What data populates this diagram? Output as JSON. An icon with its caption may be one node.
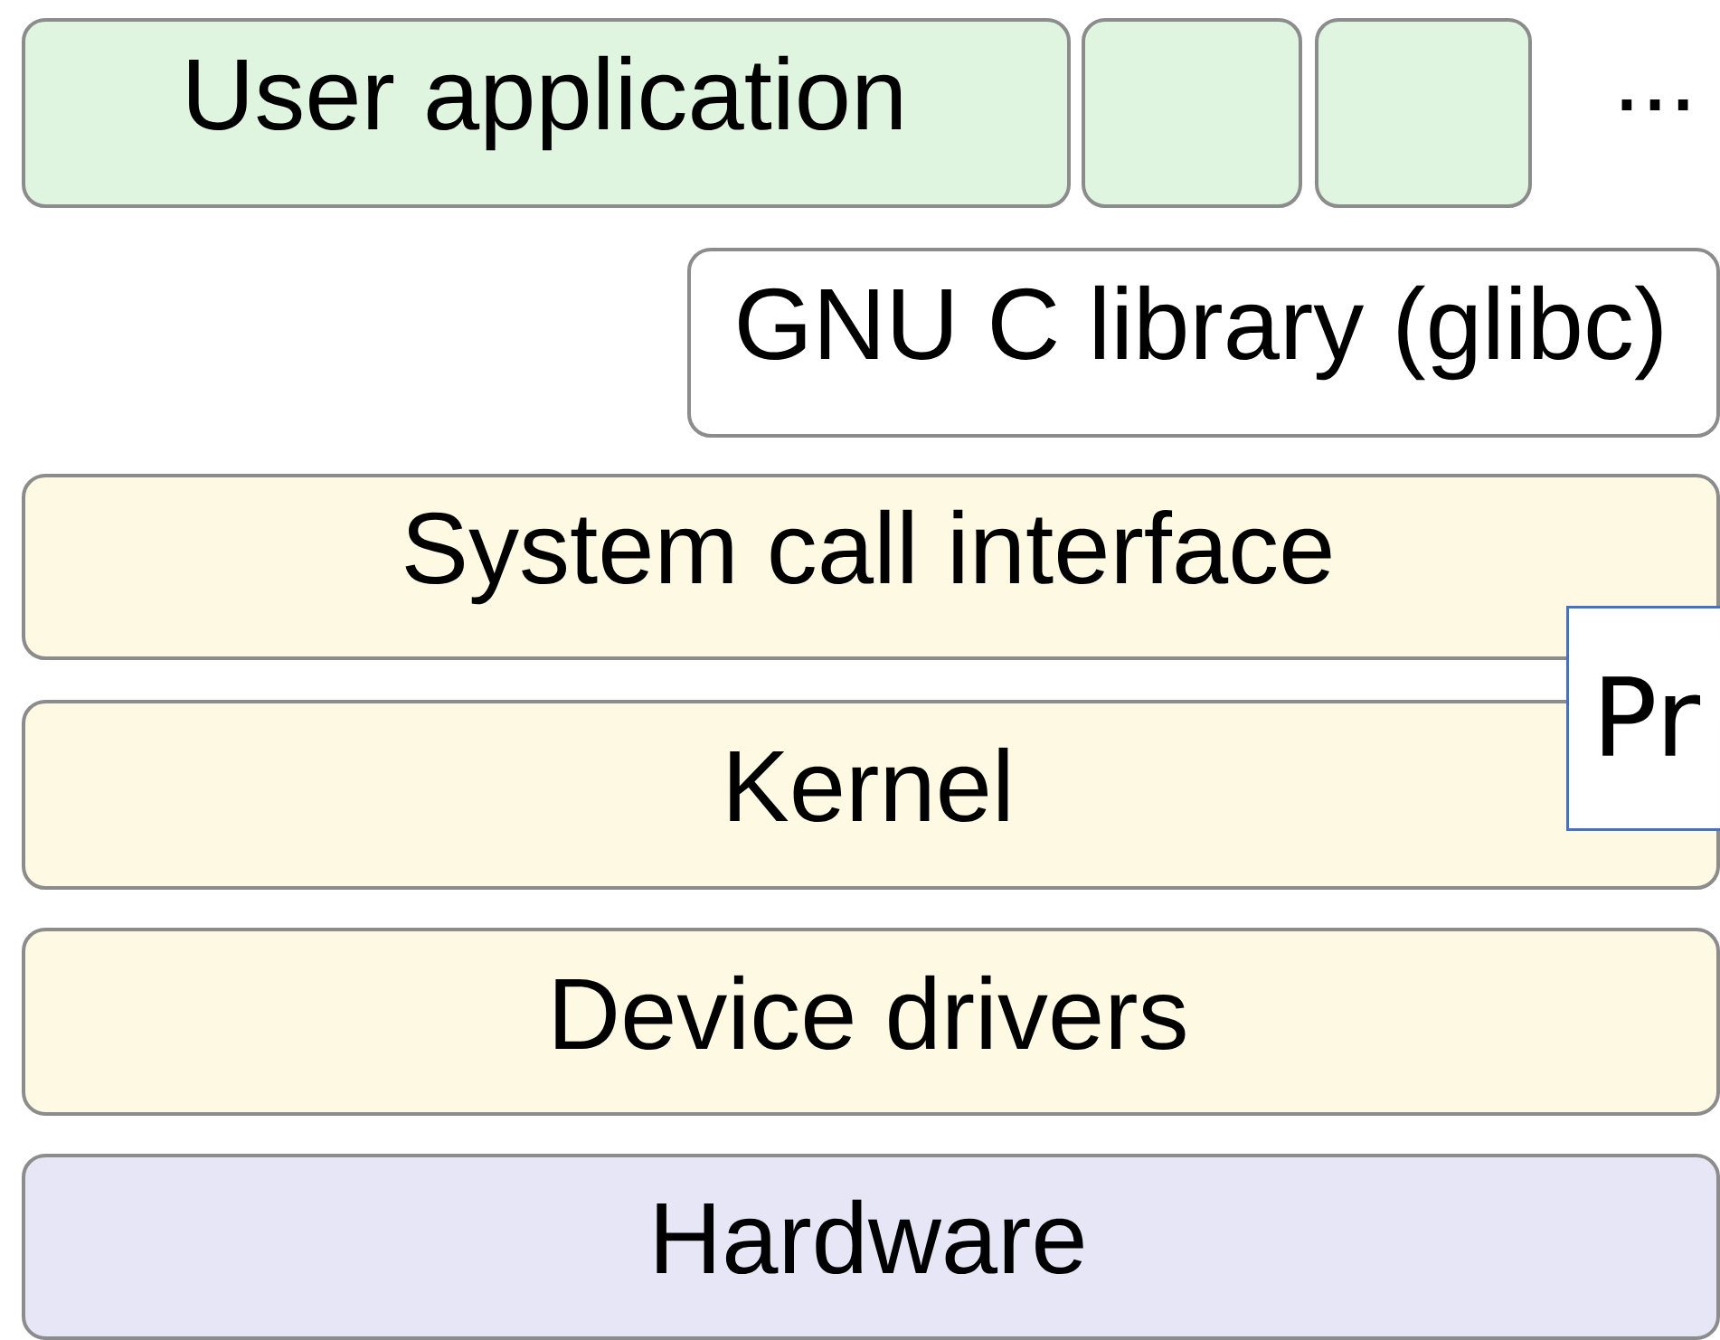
{
  "diagram": {
    "nodes": [
      {
        "text": [
          "User application"
        ]
      },
      {
        "text": [],
        "shape": "box"
      },
      {
        "text": [],
        "shape": "box"
      },
      {
        "text": [
          "GNU C library (glibc)"
        ]
      },
      {
        "text": [
          "System call interface"
        ]
      },
      {
        "text": [
          "Kernel"
        ]
      },
      {
        "text": [
          "Device drivers"
        ]
      },
      {
        "text": [
          "Hardware"
        ]
      },
      {
        "text": [
          "Pr"
        ]
      }
    ],
    "labels": [
      "..."
    ]
  }
}
